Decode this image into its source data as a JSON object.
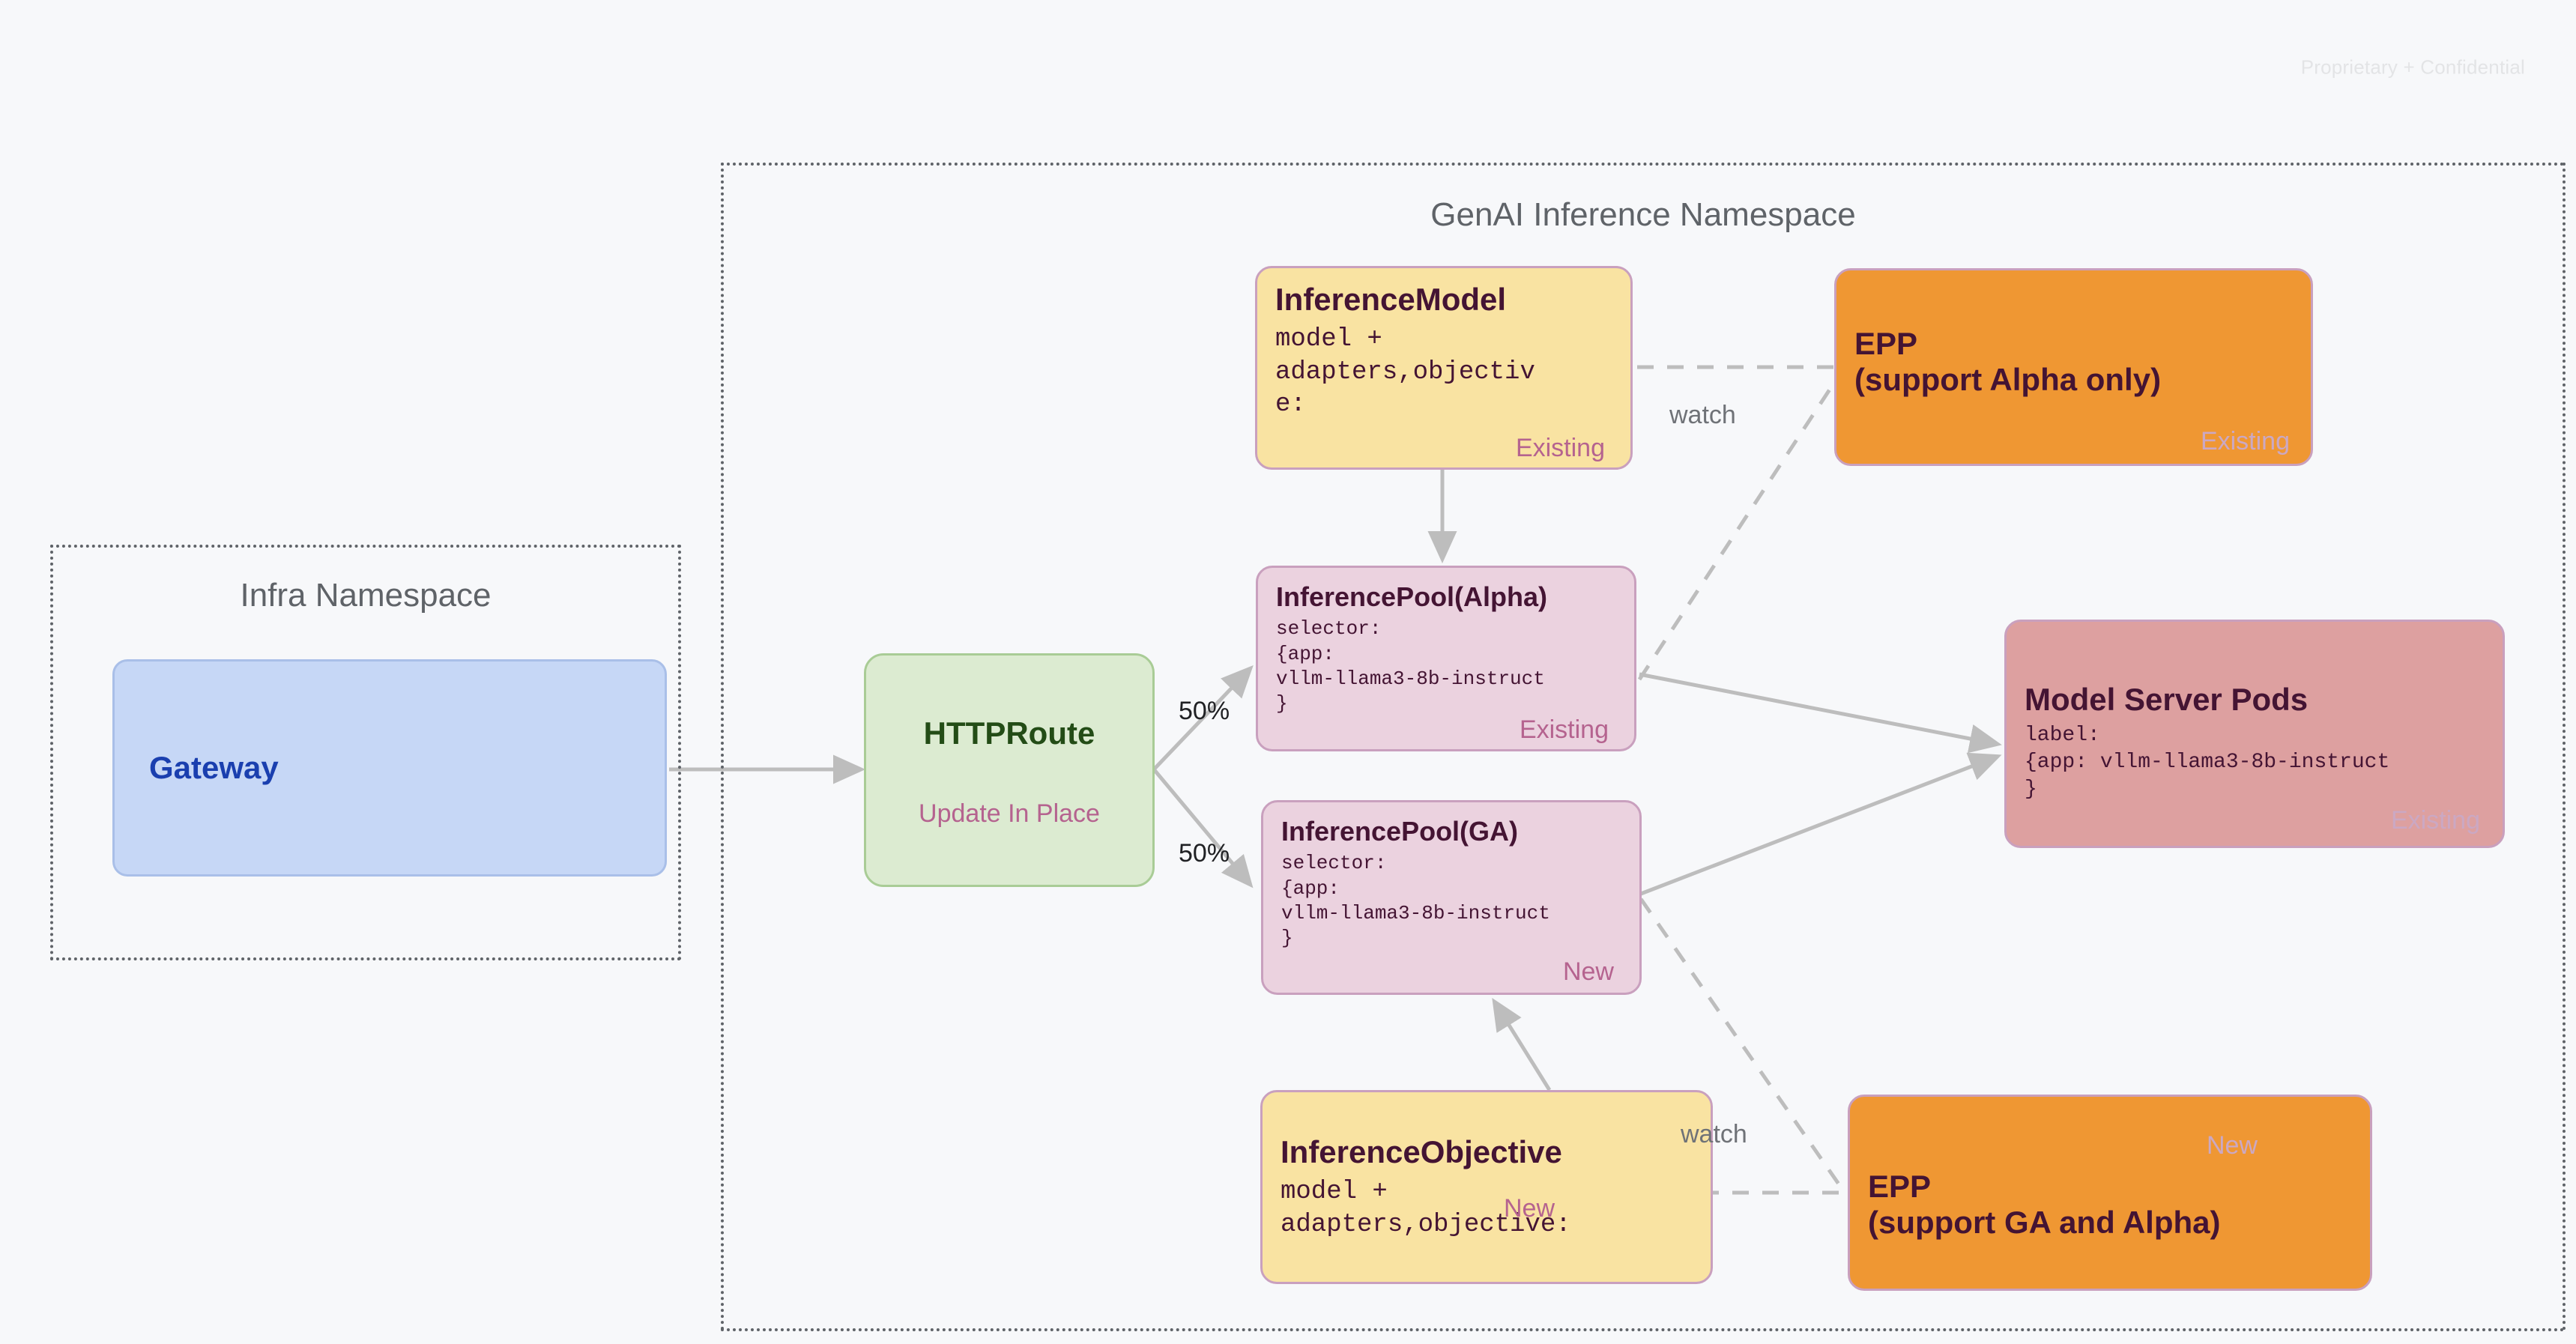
{
  "page": {
    "confidential_note": "Proprietary + Confidential",
    "background_color": "#F7F8FA"
  },
  "namespaces": [
    {
      "id": "infra",
      "title": "Infra Namespace"
    },
    {
      "id": "genai",
      "title": "GenAI Inference Namespace"
    }
  ],
  "nodes": {
    "gateway": {
      "title": "Gateway",
      "color": "#C6D7F6"
    },
    "httproute": {
      "title": "HTTPRoute",
      "status": "Update In Place",
      "color": "#DCEBD1"
    },
    "inference_model": {
      "title": "InferenceModel",
      "body": "model +\nadapters,objectiv\ne:",
      "status": "Existing",
      "color": "#F9E3A2"
    },
    "inference_pool_alpha": {
      "title": "InferencePool(Alpha)",
      "body": "selector:\n{app:\nvllm-llama3-8b-instruct\n}",
      "status": "Existing",
      "color": "#EBD2DF"
    },
    "inference_pool_ga": {
      "title": "InferencePool(GA)",
      "body": "selector:\n{app:\nvllm-llama3-8b-instruct\n}",
      "status": "New",
      "color": "#EBD2DF"
    },
    "inference_objective": {
      "title": "InferenceObjective",
      "body": "model +\nadapters,objective:",
      "status": "New",
      "color": "#F9E3A2"
    },
    "epp_alpha": {
      "title_line1": "EPP",
      "title_line2": "(support Alpha only)",
      "status": "Existing",
      "color": "#EF9733"
    },
    "epp_ga": {
      "title_line1": "EPP",
      "title_line2": "(support GA and Alpha)",
      "status": "New",
      "color": "#EF9733"
    },
    "model_server_pods": {
      "title": "Model Server Pods",
      "body": "label:\n{app: vllm-llama3-8b-instruct\n}",
      "status": "Existing",
      "color": "#DDA0A0"
    }
  },
  "edges": {
    "split_top_label": "50%",
    "split_bottom_label": "50%",
    "watch_top_label": "watch",
    "watch_bottom_label": "watch"
  }
}
